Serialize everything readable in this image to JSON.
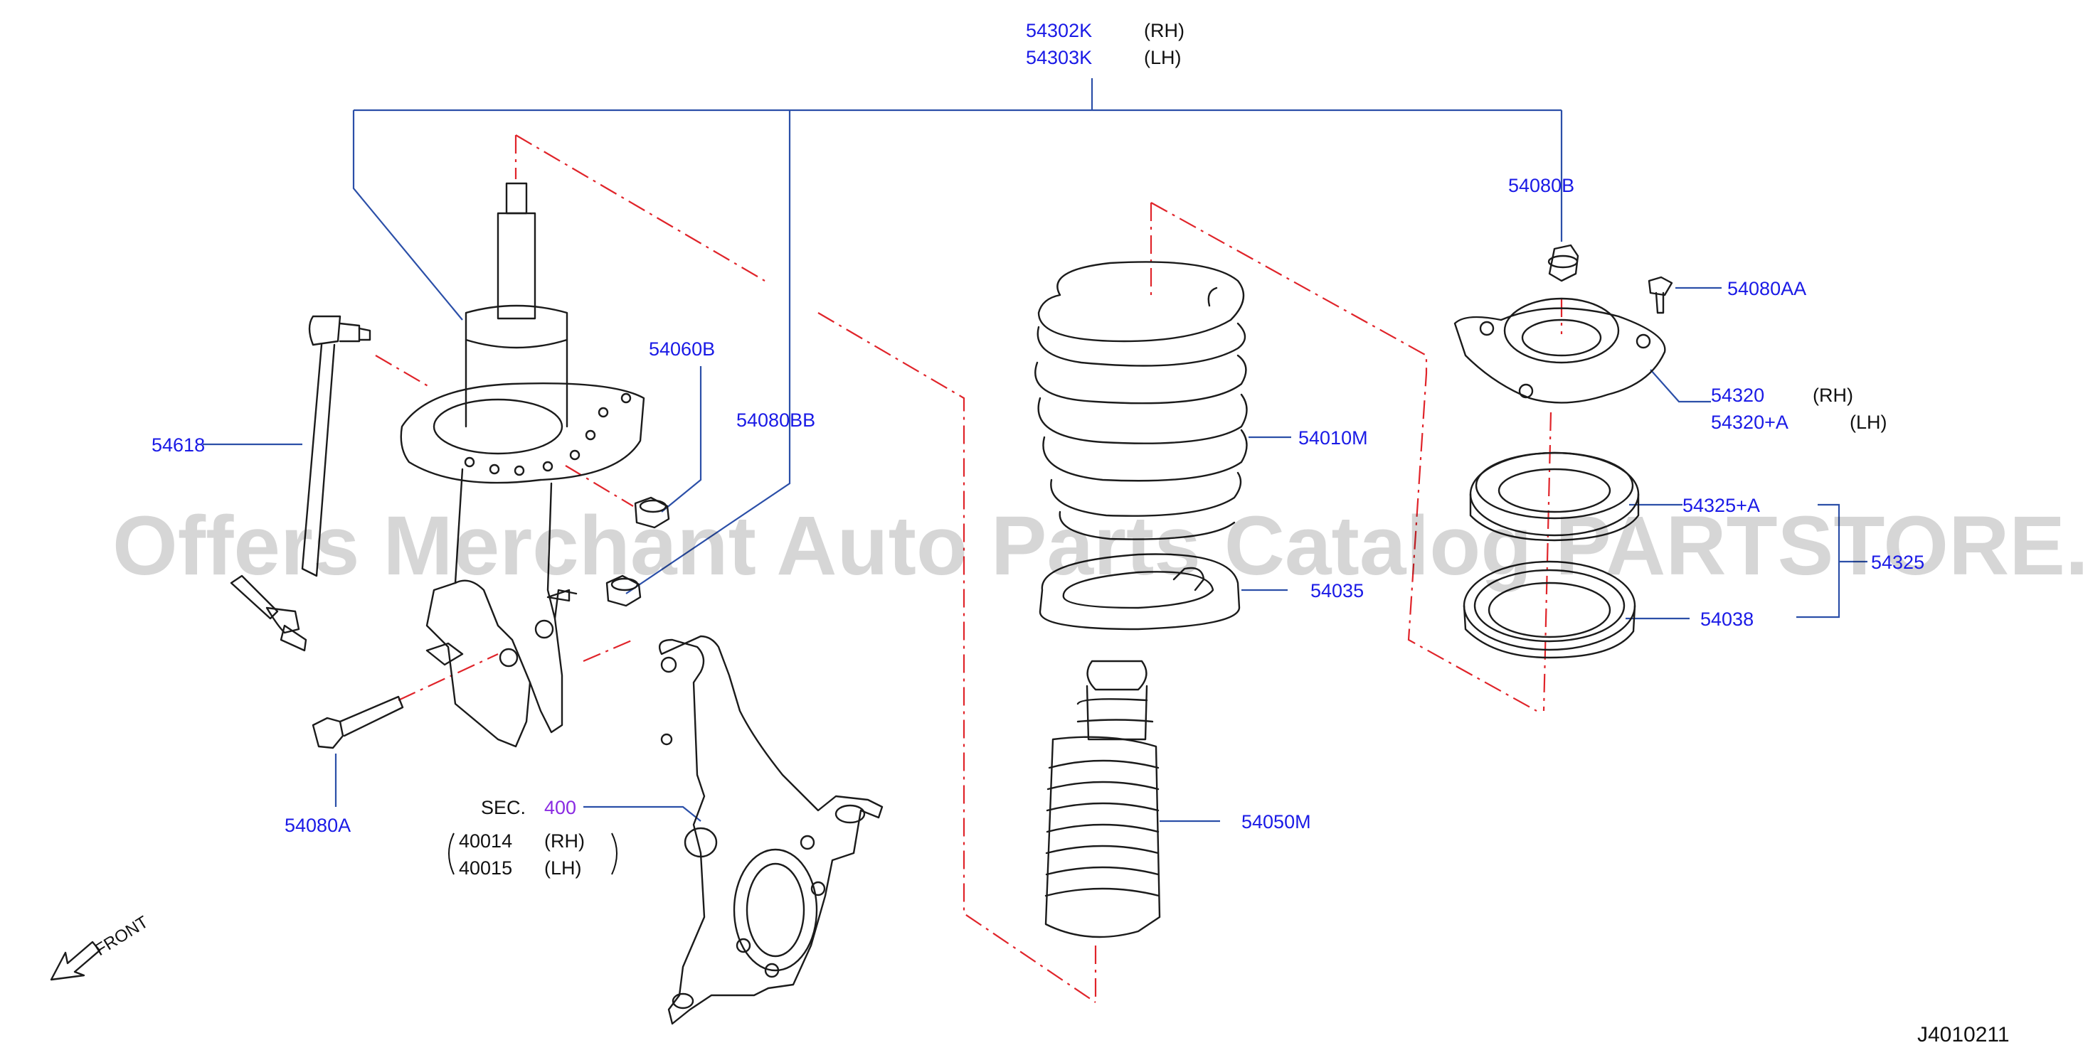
{
  "diagram": {
    "assembly_part": {
      "numbers": [
        "54302K",
        "54303K"
      ],
      "sides": [
        "(RH)",
        "(LH)"
      ]
    },
    "callouts": {
      "p54080B": "54080B",
      "p54080AA": "54080AA",
      "p54320": {
        "numbers": [
          "54320",
          "54320+A"
        ],
        "sides": [
          "(RH)",
          "(LH)"
        ]
      },
      "p54325A": "54325+A",
      "p54325": "54325",
      "p54038": "54038",
      "p54010M": "54010M",
      "p54035": "54035",
      "p54050M": "54050M",
      "p54060B": "54060B",
      "p54080BB": "54080BB",
      "p54618": "54618",
      "p54080A": "54080A"
    },
    "section_ref": {
      "prefix": "SEC.",
      "number": "400",
      "parts": [
        "40014",
        "40015"
      ],
      "sides": [
        "(RH)",
        "(LH)"
      ]
    },
    "front_indicator": "FRONT",
    "diagram_code": "J4010211",
    "watermark": "Offers Merchant Auto Parts Catalog PARTSTORE.SA"
  }
}
